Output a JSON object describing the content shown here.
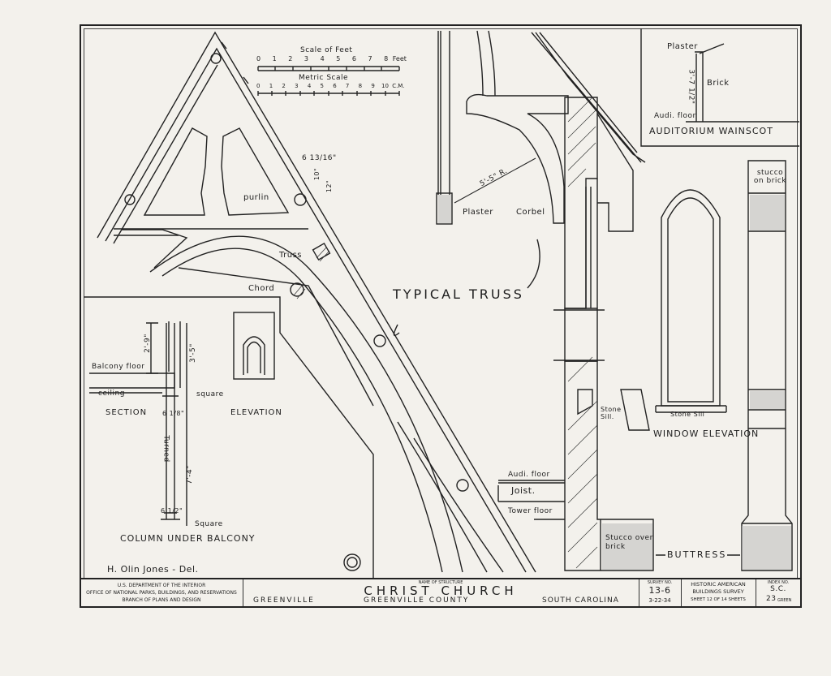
{
  "scale": {
    "feet_label": "Scale of Feet",
    "feet_ticks": [
      "0",
      "1",
      "2",
      "3",
      "4",
      "5",
      "6",
      "7",
      "8"
    ],
    "feet_unit": "Feet",
    "metric_label": "Metric Scale",
    "metric_ticks": [
      "0",
      "1",
      "2",
      "3",
      "4",
      "5",
      "6",
      "7",
      "8",
      "9",
      "10"
    ],
    "metric_unit": "C.M."
  },
  "labels": {
    "purlin": "purlin",
    "truss": "Truss",
    "chord": "Chord",
    "typical_truss": "Typical Truss",
    "plaster": "Plaster",
    "corbel": "Corbel",
    "radius": "5'-5\" R.",
    "dim_6": "6 13/16\"",
    "dim_10": "10\"",
    "dim_12": "12\"",
    "auditorium_wainscot": "Auditorium Wainscot",
    "wainscot_plaster": "Plaster",
    "wainscot_brick": "Brick",
    "wainscot_floor": "Audi. floor",
    "wainscot_dim": "3'-7 1/2\"",
    "stucco_on_brick": "stucco on brick",
    "stone_sill_window": "Stone Sill",
    "window_elevation": "Window Elevation",
    "stone_sill": "Stone Sill.",
    "audi_floor": "Audi. floor",
    "joist": "Joist.",
    "tower_floor": "Tower floor",
    "stucco_over_brick": "Stucco over brick",
    "buttress": "Buttress",
    "balcony_floor": "Balcony floor",
    "ceiling": "ceiling",
    "section": "Section",
    "elevation": "Elevation",
    "square_top": "square",
    "square_bottom": "Square",
    "turned": "Turned",
    "dim_2_9": "2'-9\"",
    "dim_3_5": "3'-5\"",
    "dim_7_4": "7'-4\"",
    "dim_6_1": "6 1/8\"",
    "dim_6_2": "6 1/2\"",
    "column_under_balcony": "Column Under Balcony",
    "delineator": "H. Olin Jones - Del."
  },
  "title_block": {
    "agency_line1": "U.S. Department of the Interior",
    "agency_line2": "Office of National Parks, Buildings, and Reservations",
    "agency_line3": "Branch of Plans and Design",
    "name_label": "Name of Structure",
    "name": "Christ Church",
    "city": "Greenville",
    "county": "Greenville County",
    "state": "South Carolina",
    "survey_label": "Survey No.",
    "survey_no": "13-6",
    "survey_date": "3-22-34",
    "habs_line1": "Historic American",
    "habs_line2": "Buildings Survey",
    "sheet_text": "Sheet 12 of 14 sheets",
    "index_label": "Index No.",
    "index_state": "S.C.",
    "index_no": "23",
    "index_suffix": "Green"
  }
}
